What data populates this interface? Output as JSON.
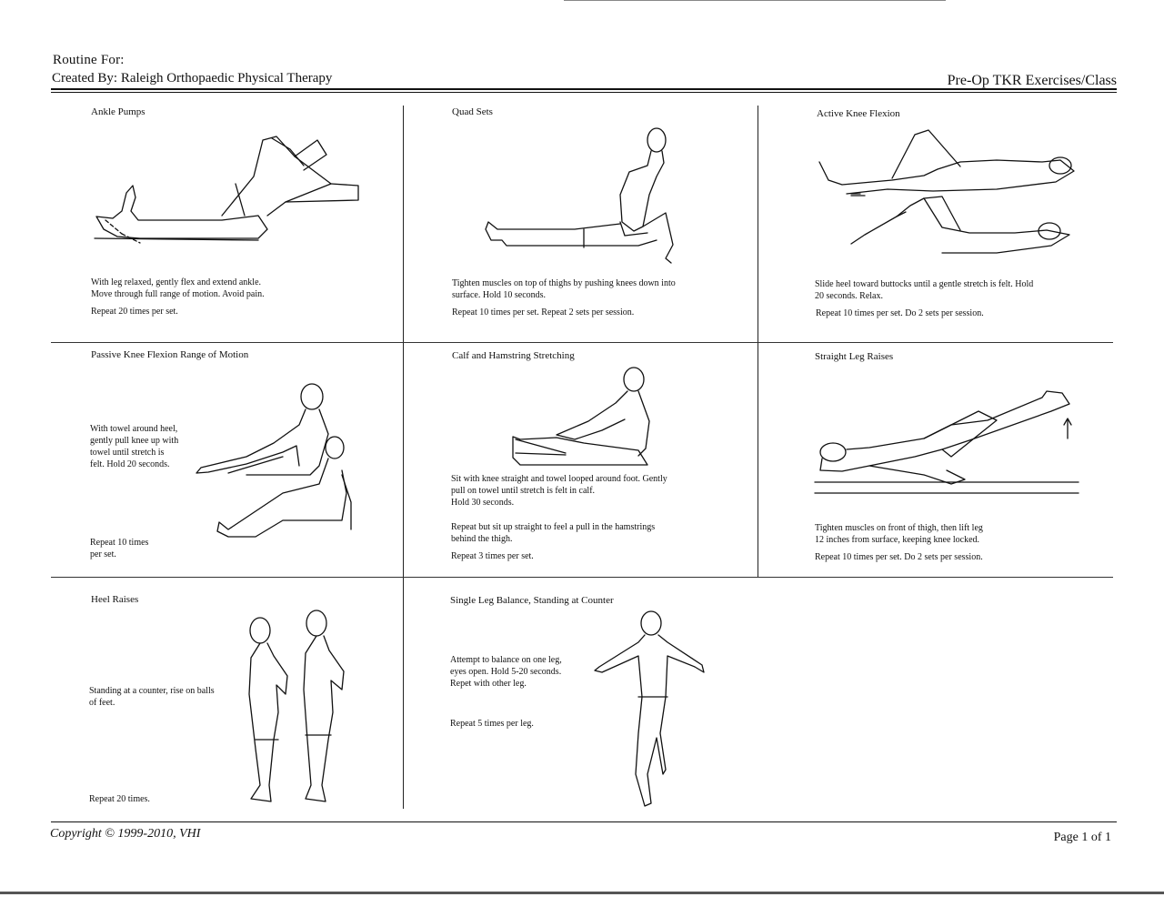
{
  "header": {
    "routine": "Routine For:",
    "created_by": "Created By: Raleigh Orthopaedic Physical Therapy",
    "title": "Pre-Op TKR Exercises/Class"
  },
  "exercises": [
    {
      "title": "Ankle Pumps",
      "description": "With  leg relaxed, gently flex and extend ankle.\nMove through full range of motion. Avoid pain.",
      "repeat": "Repeat 20 times per set."
    },
    {
      "title": "Quad Sets",
      "description": "Tighten muscles on top of thighs by pushing knees down into\nsurface. Hold  10  seconds.",
      "repeat": "Repeat 10 times per set.  Repeat 2 sets per session."
    },
    {
      "title": "Active Knee Flexion",
      "description": "Slide heel toward buttocks until a gentle stretch is felt. Hold\n20 seconds. Relax.",
      "repeat": "Repeat 10 times per set.  Do 2 sets per session."
    },
    {
      "title": "Passive Knee Flexion Range of  Motion",
      "description": "With towel around heel,\ngently pull knee up with\ntowel until stretch is\nfelt. Hold  20 seconds.",
      "repeat": "Repeat 10 times\nper set."
    },
    {
      "title": "Calf and Hamstring Stretching",
      "description": "Sit with knee straight and towel looped around foot. Gently\npull on towel until stretch is felt in calf.\nHold  30 seconds.",
      "description2": "Repeat but sit up straight to feel a pull in the hamstrings\nbehind the thigh.",
      "repeat": "Repeat 3  times per set."
    },
    {
      "title": "Straight Leg Raises",
      "description": "Tighten muscles on front of thigh, then lift leg\n12 inches from surface, keeping knee locked.",
      "repeat": "Repeat 10 times per set.  Do 2 sets per session."
    },
    {
      "title": "Heel Raises",
      "description": "Standing at a counter, rise on balls\nof feet.",
      "repeat": "Repeat 20 times."
    },
    {
      "title": "Single Leg Balance, Standing at Counter",
      "description": "Attempt to balance on one leg,\neyes open. Hold 5-20 seconds.\nRepet with other leg.",
      "repeat": "Repeat 5 times per leg."
    }
  ],
  "footer": {
    "copyright": "Copyright © 1999-2010, VHI",
    "page": "Page 1 of 1"
  }
}
